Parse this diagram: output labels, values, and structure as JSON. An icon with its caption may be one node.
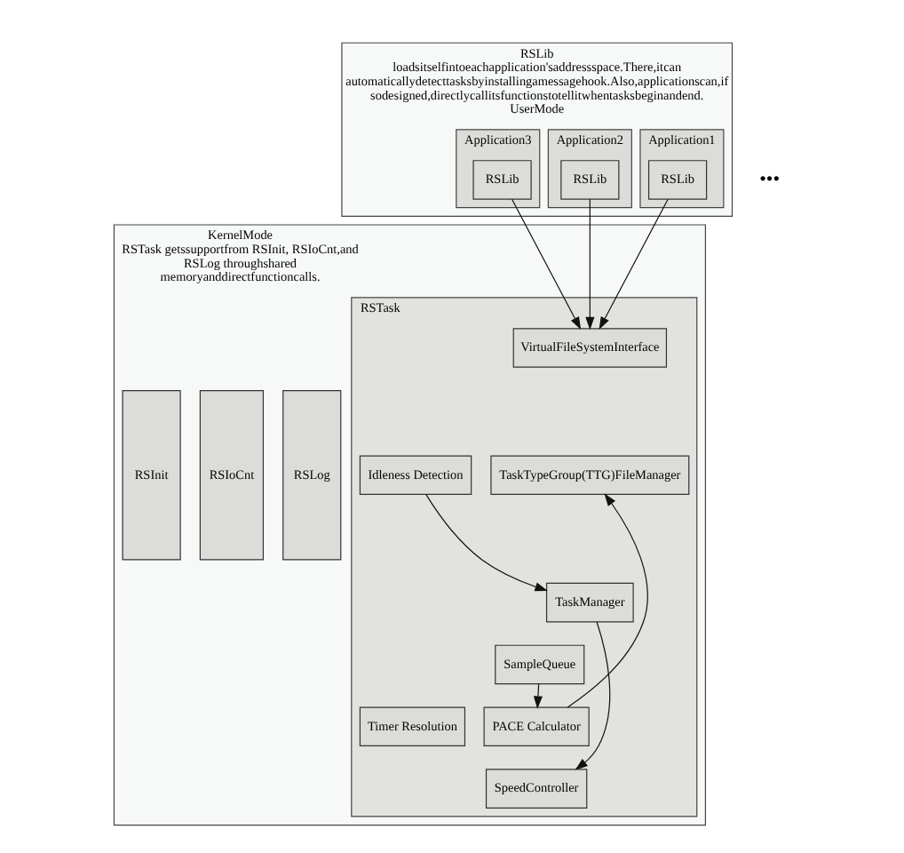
{
  "diagram": {
    "nodes": [
      {
        "text": [
          "RSLib loadsitselfintoeachapplication'saddressspace.There,itcan automaticallydetecttasksbyinstallingamessagehook.Also,applicationscan,if sodesigned,directlycallitsfunctionstotellitwhentasksbeginandend.",
          "UserMode"
        ]
      },
      {
        "text": [
          "Application1"
        ],
        "in": 0
      },
      {
        "text": [
          "RSLib"
        ],
        "in": 1
      },
      {
        "text": [
          "Application2"
        ],
        "in": 0
      },
      {
        "text": [
          "RSLib"
        ],
        "in": 3
      },
      {
        "text": [
          "Application3"
        ],
        "in": 0
      },
      {
        "text": [
          "RSLib"
        ],
        "in": 5
      },
      {
        "text": [
          "KernelMode",
          "RSTask getssupportfrom RSInit, RSIoCnt,and RSLog throughshared memoryanddirectfunctioncalls."
        ]
      },
      {
        "text": [
          "RSInit"
        ],
        "in": 7
      },
      {
        "text": [
          "RSIoCnt"
        ],
        "in": 7
      },
      {
        "text": [
          "RSLog"
        ],
        "in": 7
      },
      {
        "text": [
          "RSTask"
        ],
        "in": 7
      },
      {
        "text": [
          "VirtualFileSystemInterface"
        ],
        "in": 11
      },
      {
        "text": [
          "TaskTypeGroup(TTG)FileManager"
        ],
        "in": 11
      },
      {
        "text": [
          "TaskManager"
        ],
        "in": 11
      },
      {
        "text": [
          "SampleQueue"
        ],
        "in": 11
      },
      {
        "text": [
          "Idleness Detection"
        ],
        "in": 11
      },
      {
        "text": [
          "PACE Calculator"
        ],
        "in": 11
      },
      {
        "text": [
          "Timer Resolution"
        ],
        "in": 11
      },
      {
        "text": [
          "SpeedController"
        ],
        "in": 11
      }
    ],
    "edges": [
      {
        "from": 2,
        "to": 12,
        "arrow": "to"
      },
      {
        "from": 4,
        "to": 12,
        "arrow": "to"
      },
      {
        "from": 6,
        "to": 12,
        "arrow": "to"
      },
      {
        "from": 17,
        "to": 13,
        "arrow": "to"
      },
      {
        "from": 16,
        "to": 14,
        "arrow": "to"
      },
      {
        "from": 15,
        "to": 17,
        "arrow": "to"
      },
      {
        "from": 14,
        "to": 19,
        "arrow": "to"
      }
    ],
    "labels": [
      "•••"
    ]
  }
}
